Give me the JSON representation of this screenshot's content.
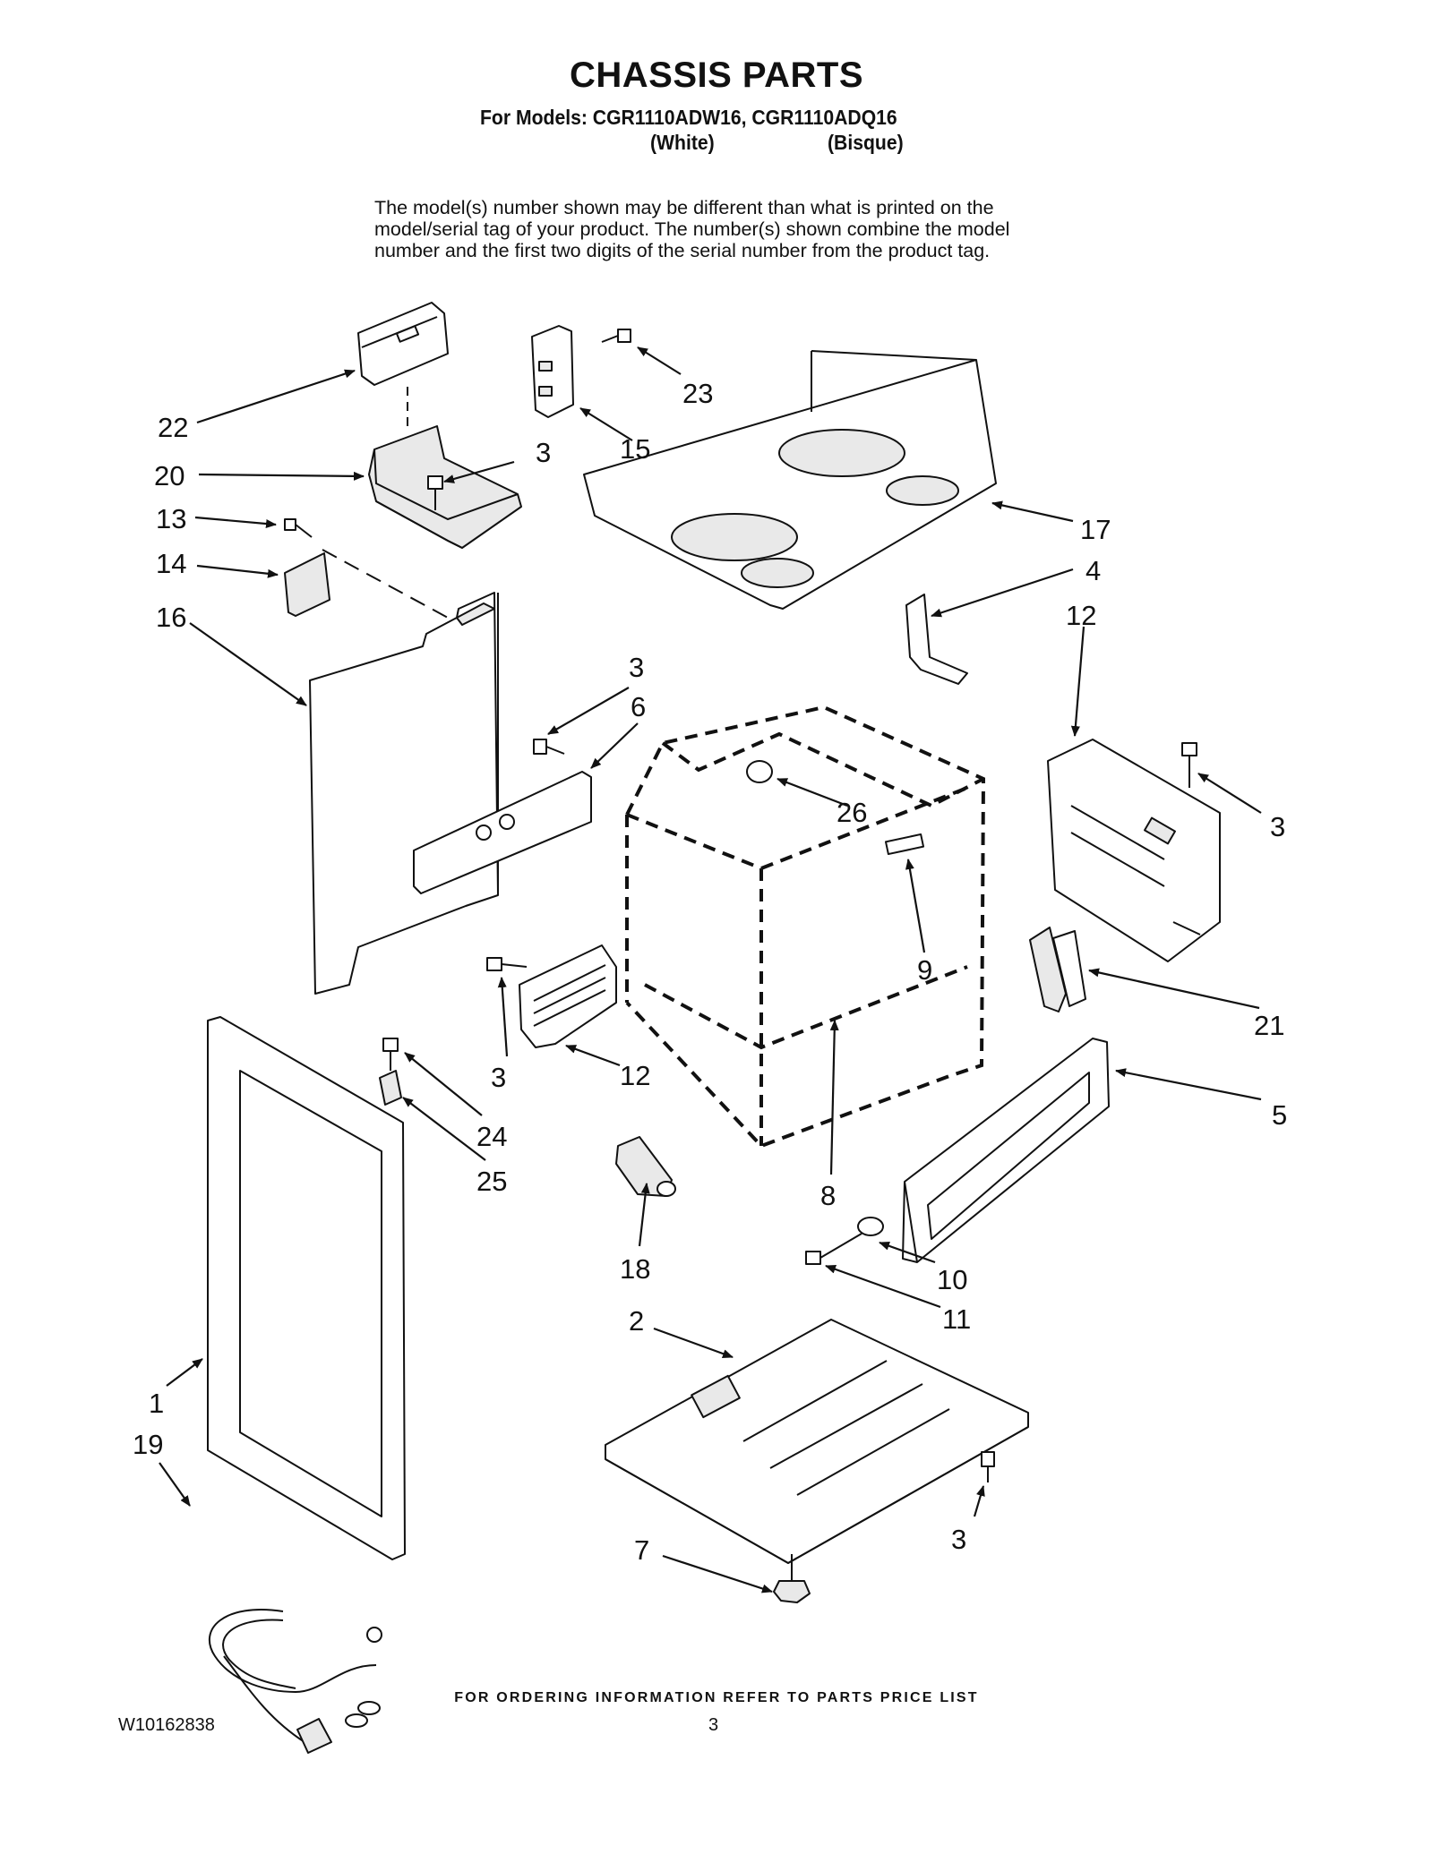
{
  "header": {
    "title": "CHASSIS PARTS",
    "models_line": "For Models: CGR1110ADW16, CGR1110ADQ16",
    "color_white": "(White)",
    "color_bisque": "(Bisque)"
  },
  "disclaimer_lines": [
    "The model(s) number shown may be different than what is printed on the",
    "model/serial tag of your product. The number(s) shown combine the model",
    "number and the first two digits of the serial number from the product tag."
  ],
  "callouts": {
    "c22": "22",
    "c20": "20",
    "c13": "13",
    "c14": "14",
    "c16": "16",
    "c3a": "3",
    "c15": "15",
    "c23": "23",
    "c17": "17",
    "c4": "4",
    "c12a": "12",
    "c3b": "3",
    "c6": "6",
    "c26": "26",
    "c3c": "3",
    "c9": "9",
    "c21": "21",
    "c3d": "3",
    "c12b": "12",
    "c24": "24",
    "c25": "25",
    "c5": "5",
    "c8": "8",
    "c18": "18",
    "c10": "10",
    "c11": "11",
    "c2": "2",
    "c1": "1",
    "c19": "19",
    "c3e": "3",
    "c7": "7"
  },
  "footer": {
    "ordering_note": "FOR ORDERING INFORMATION REFER TO PARTS PRICE LIST",
    "doc_number": "W10162838",
    "page_number": "3"
  }
}
